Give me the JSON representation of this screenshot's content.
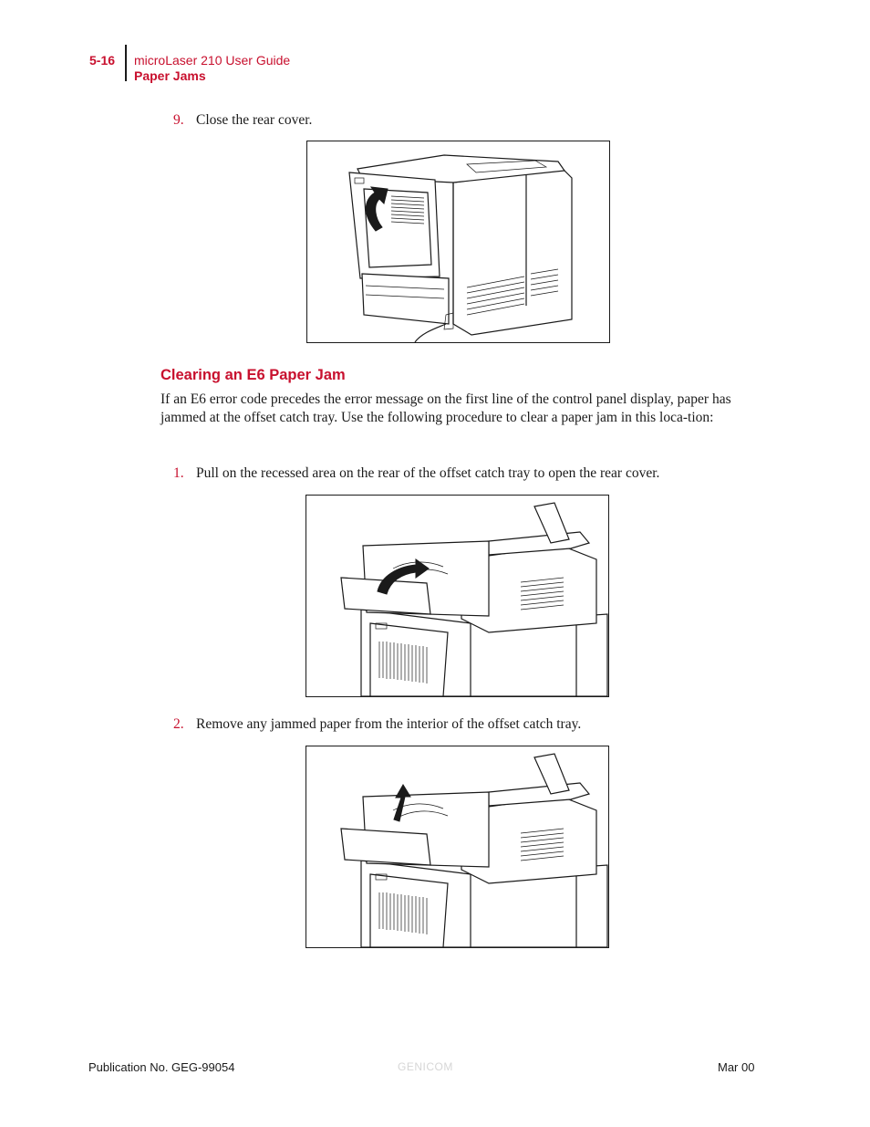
{
  "header": {
    "page_number": "5-16",
    "guide_title": "microLaser 210 User Guide",
    "section": "Paper Jams"
  },
  "steps_top": [
    {
      "number": "9.",
      "text": "Close the rear cover."
    }
  ],
  "section": {
    "heading": "Clearing an E6 Paper Jam",
    "intro": "If an E6 error code precedes the error message on the first line of the control panel display, paper has jammed at the offset catch tray. Use the following procedure to clear a paper jam in this loca-tion:",
    "steps": [
      {
        "number": "1.",
        "text": "Pull on the recessed area on the rear of the offset catch tray to open the rear cover."
      },
      {
        "number": "2.",
        "text": "Remove any jammed paper from the interior of the offset catch tray."
      }
    ]
  },
  "footer": {
    "publication": "Publication No. GEG-99054",
    "brand": "GENICOM",
    "date": "Mar 00"
  },
  "colors": {
    "accent": "#c8102e",
    "text": "#1a1a1a",
    "watermark": "#d6d6d6"
  }
}
